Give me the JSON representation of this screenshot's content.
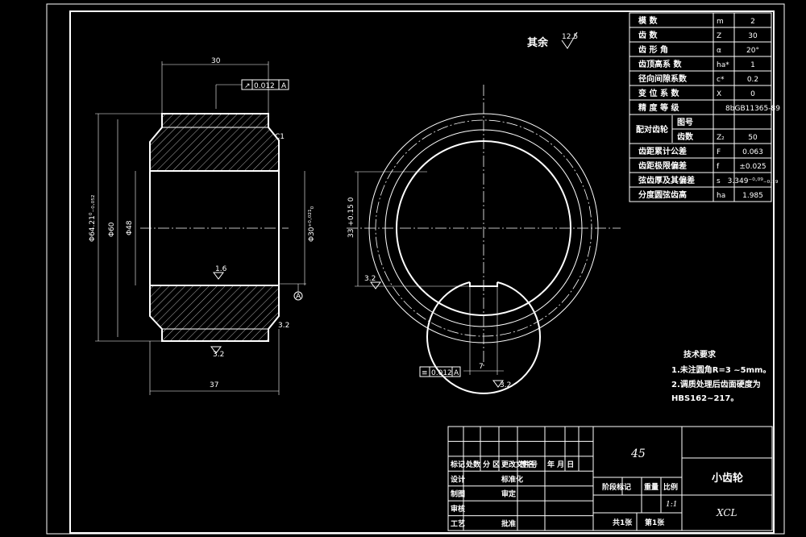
{
  "roughness": {
    "rest_label": "其余",
    "rest_value": "12.5"
  },
  "section": {
    "dim_top_width": "30",
    "dim_bottom_width": "37",
    "dim_tip_diameter": "Φ64.21⁰₋₀.₀₅₂",
    "dim_pitch_diameter": "Φ60",
    "dim_root_diameter": "Φ48",
    "dim_bore": "Φ30⁺⁰·⁰²¹₀",
    "runout": {
      "symbol": "↗",
      "value": "0.012",
      "datum": "A"
    },
    "chamfer": "C1",
    "bore_roughness": "1.6",
    "face_roughness": "3.2",
    "bottom_roughness": "3.2",
    "datum": "A"
  },
  "front": {
    "keyway_depth": "33 +0.15 0",
    "keyway_roughness": "3.2",
    "keyway_width": "7",
    "symmetry": {
      "symbol": "≡",
      "value": "0.012",
      "datum": "A"
    },
    "keyway_side_roughness": "3.2"
  },
  "gear_params": [
    {
      "name": "模       数",
      "symbol": "m",
      "value": "2"
    },
    {
      "name": "齿       数",
      "symbol": "Z",
      "value": "30"
    },
    {
      "name": "齿   形   角",
      "symbol": "α",
      "value": "20°"
    },
    {
      "name": "齿顶高系  数",
      "symbol": "ha*",
      "value": "1"
    },
    {
      "name": "径向间隙系数",
      "symbol": "c*",
      "value": "0.2"
    },
    {
      "name": "变 位 系 数",
      "symbol": "X",
      "value": "0"
    },
    {
      "name": "精 度 等 级",
      "symbol": "",
      "value": "8bGB11365-89"
    },
    {
      "name": "配对齿轮",
      "sub": "图号",
      "symbol": "",
      "value": ""
    },
    {
      "name": "",
      "sub": "齿数",
      "symbol": "Z₂",
      "value": "50"
    },
    {
      "name": "齿距累计公差",
      "symbol": "F",
      "value": "0.063"
    },
    {
      "name": "齿距极限偏差",
      "symbol": "f",
      "value": "±0.025"
    },
    {
      "name": "弦齿厚及其偏差",
      "symbol": "s",
      "value": "3.349⁻⁰·⁰⁹₋₀.₁₉"
    },
    {
      "name": "分度圆弦齿高",
      "symbol": "ha",
      "value": "1.985"
    }
  ],
  "tech_requirements": {
    "title": "技术要求",
    "items": [
      "1.未注圆角R=3  ~5mm。",
      "2.调质处理后齿面硬度为",
      "HBS162~217。"
    ]
  },
  "title_block": {
    "material": "45",
    "part_name": "小齿轮",
    "drawing_no": "XCL",
    "stage_mark": "阶段标记",
    "weight": "重量",
    "scale_label": "比例",
    "scale_value": "1:1",
    "sheet_total": "共1张",
    "sheet_current": "第1张",
    "grid_labels": [
      {
        "text": "标记",
        "row": 2,
        "col": 0
      },
      {
        "text": "处数",
        "row": 2,
        "col": 1
      },
      {
        "text": "分  区",
        "row": 2,
        "col": 2
      },
      {
        "text": "更改文件号",
        "row": 2,
        "col": 3
      },
      {
        "text": "签名",
        "row": 2,
        "col": 4
      },
      {
        "text": "年 月 日",
        "row": 2,
        "col": 5
      },
      {
        "text": "设计",
        "row": 3,
        "col": 0
      },
      {
        "text": "标准化",
        "row": 3,
        "col": 3
      },
      {
        "text": "制图",
        "row": 4,
        "col": 0
      },
      {
        "text": "审定",
        "row": 4,
        "col": 3
      },
      {
        "text": "审核",
        "row": 5,
        "col": 0
      },
      {
        "text": "工艺",
        "row": 6,
        "col": 0
      },
      {
        "text": "批准",
        "row": 6,
        "col": 3
      }
    ]
  }
}
